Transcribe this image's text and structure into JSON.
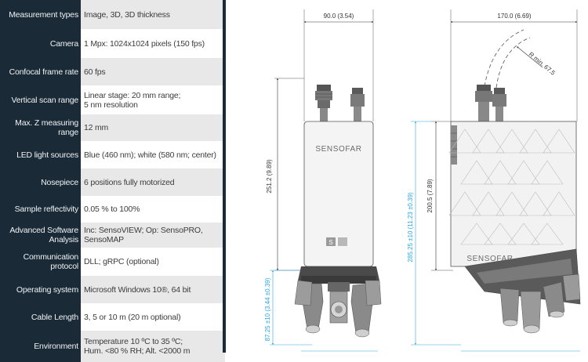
{
  "specs": [
    {
      "label": "Measurement types",
      "value": "Image, 3D, 3D thickness"
    },
    {
      "label": "Camera",
      "value": "1 Mpx: 1024x1024 pixels (150 fps)"
    },
    {
      "label": "Confocal frame rate",
      "value": "60 fps"
    },
    {
      "label": "Vertical scan range",
      "value": "Linear stage:  20 mm range;\n5 nm resolution"
    },
    {
      "label": "Max. Z measuring range",
      "value": "12 mm"
    },
    {
      "label": "LED light sources",
      "value": "Blue (460 nm); white (580 nm; center)"
    },
    {
      "label": "Nosepiece",
      "value": "6 positions fully motorized"
    },
    {
      "label": "Sample reflectivity",
      "value": "0.05 % to 100%"
    },
    {
      "label": "Advanced Software\nAnalysis",
      "value": "Inc: SensoVIEW; Op: SensoPRO, SensoMAP"
    },
    {
      "label": "Communication protocol",
      "value": "DLL; gRPC (optional)"
    },
    {
      "label": "Operating system",
      "value": "Microsoft Windows 10®, 64 bit"
    },
    {
      "label": "Cable Length",
      "value": "3, 5 or 10 m (20 m optional)"
    },
    {
      "label": "Environment",
      "value": "Temperature 10 ºC to 35 ºC;\nHum. <80 % RH; Alt. <2000 m"
    }
  ],
  "drawing": {
    "front": {
      "width_dim": "90.0 (3.54)",
      "height_dim": "251.2 (9.89)",
      "lower_dim": "87.25 ±10  (3.44 ±0.39)",
      "brand": "SENSOFAR",
      "badge_s": "S"
    },
    "side": {
      "width_dim": "170.0 (6.69)",
      "radius_dim": "R min. 67.5",
      "height_dim": "200.5 (7.89)",
      "total_dim": "285.25 ±10  (11.23 ±0.39)",
      "brand": "SENSOFAR"
    },
    "colors": {
      "dark": "#1a2a36",
      "alt_row": "#e8e8e8",
      "dim_blue": "#2aa6e0"
    }
  }
}
